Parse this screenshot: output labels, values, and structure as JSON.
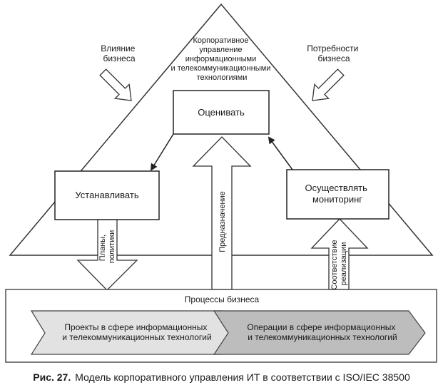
{
  "triangle": {
    "top_label": [
      "Корпоративное",
      "управление",
      "информационными",
      "и телекоммуникационными",
      "технологиями"
    ],
    "left_label": [
      "Влияние",
      "бизнеса"
    ],
    "right_label": [
      "Потребности",
      "бизнеса"
    ]
  },
  "boxes": {
    "evaluate": "Оценивать",
    "direct": "Устанавливать",
    "monitor": [
      "Осуществлять",
      "мониторинг"
    ]
  },
  "arrows": {
    "plans": [
      "Планы,",
      "политики"
    ],
    "purpose": "Предназначение",
    "compliance": [
      "Соответствие",
      "реализации"
    ]
  },
  "processes": {
    "title": "Процессы бизнеса",
    "projects": [
      "Проекты в сфере информационных",
      "и телекоммуникационных технологий"
    ],
    "operations": [
      "Операции в сфере информационных",
      "и телекоммуникационных технологий"
    ]
  },
  "caption": {
    "prefix": "Рис. 27.",
    "text": "Модель корпоративного управления ИТ в соответствии с ISO/IEC 38500"
  }
}
